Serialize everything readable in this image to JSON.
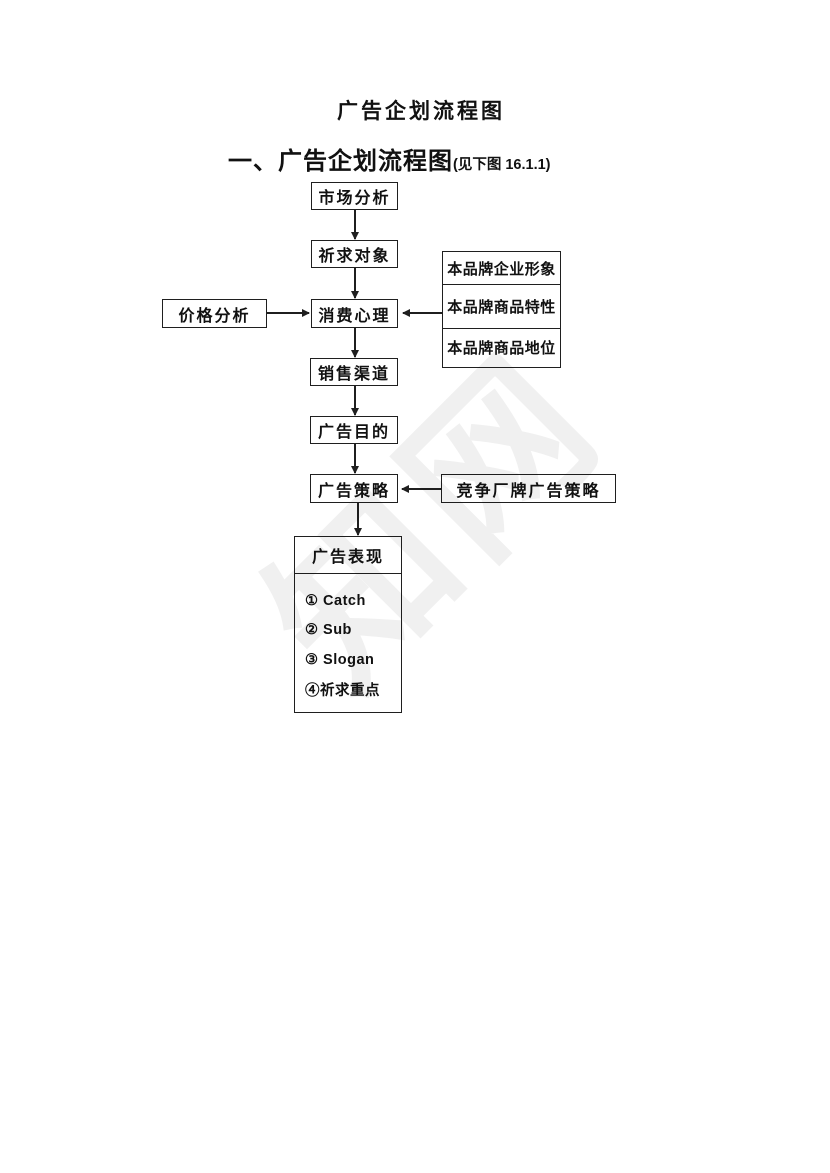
{
  "page": {
    "title": "广告企划流程图",
    "heading": "一、广告企划流程图",
    "heading_note": "(见下图 16.1.1)"
  },
  "flowchart": {
    "figure_ref": "16.1.1",
    "nodes": {
      "market_analysis": "市场分析",
      "appeal_target": "祈求对象",
      "price_analysis": "价格分析",
      "consumer_psychology": "消费心理",
      "brand_items": [
        "本品牌企业形象",
        "本品牌商品特性",
        "本品牌商品地位"
      ],
      "sales_channel": "销售渠道",
      "ad_objective": "广告目的",
      "ad_strategy": "广告策略",
      "competitor_strategy": "竞争厂牌广告策略",
      "ad_expression": {
        "title": "广告表现",
        "items": [
          "① Catch",
          "② Sub",
          "③ Slogan",
          "④祈求重点"
        ]
      }
    },
    "edges": [
      {
        "from": "market_analysis",
        "to": "appeal_target"
      },
      {
        "from": "appeal_target",
        "to": "consumer_psychology"
      },
      {
        "from": "price_analysis",
        "to": "consumer_psychology"
      },
      {
        "from": "brand_items",
        "to": "consumer_psychology"
      },
      {
        "from": "consumer_psychology",
        "to": "sales_channel"
      },
      {
        "from": "sales_channel",
        "to": "ad_objective"
      },
      {
        "from": "ad_objective",
        "to": "ad_strategy"
      },
      {
        "from": "competitor_strategy",
        "to": "ad_strategy"
      },
      {
        "from": "ad_strategy",
        "to": "ad_expression"
      }
    ],
    "watermark": "知网",
    "colors": {
      "line": "#1f1f1f",
      "text": "#111111",
      "background": "#ffffff"
    }
  }
}
